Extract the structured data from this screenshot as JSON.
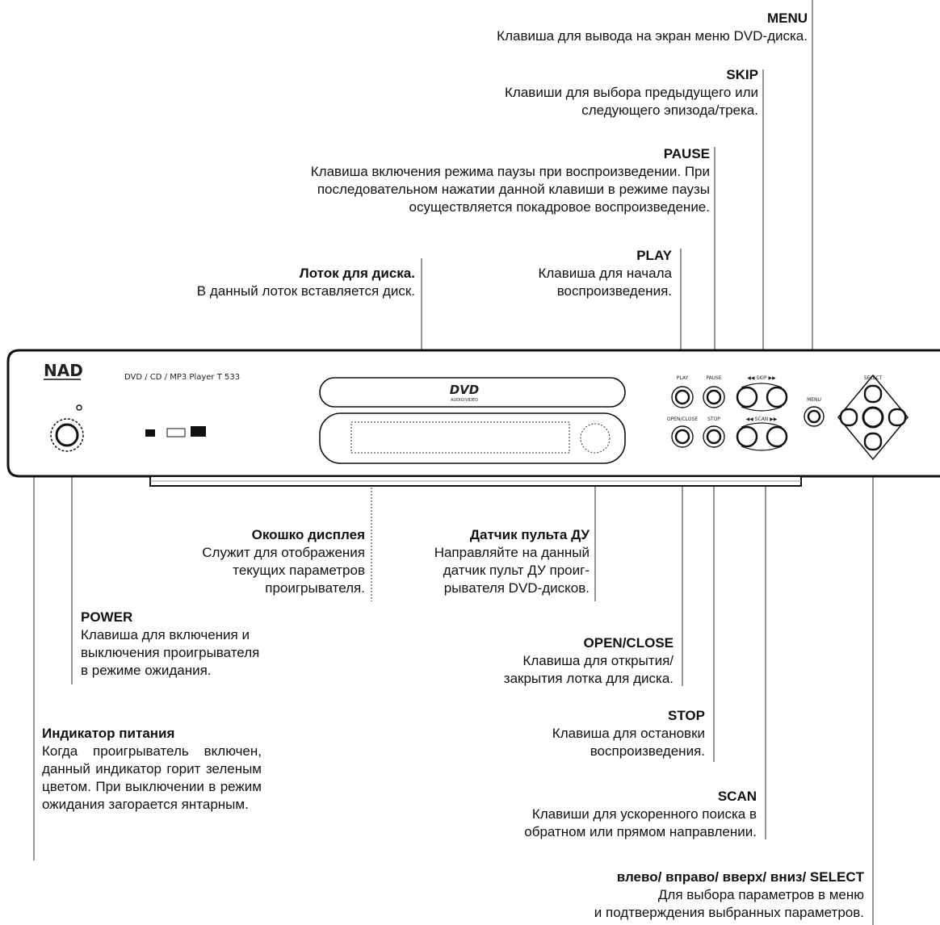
{
  "device": {
    "brand": "NAD",
    "model_label": "DVD / CD / MP3 Player T 533",
    "tray_logo_text": "DVD",
    "tray_logo_sub": "AUDIO/VIDEO",
    "btn_labels": {
      "play": "PLAY",
      "pause": "PAUSE",
      "skip": "◀◀ SKIP ▶▶",
      "menu": "MENU",
      "open_close": "OPEN/CLOSE",
      "stop": "STOP",
      "scan": "◀◀ SCAN ▶▶",
      "select": "SELECT"
    }
  },
  "annotations": {
    "menu": {
      "title": "MENU",
      "desc": "Клавиша для вывода на экран меню DVD-диска."
    },
    "skip": {
      "title": "SKIP",
      "desc": "Клавиши для выбора предыдущего или\nследующего эпизода/трека."
    },
    "pause": {
      "title": "PAUSE",
      "desc": "Клавиша включения режима паузы при воспроизведении. При\nпоследовательном нажатии данной клавиши в режиме паузы\nосуществляется покадровое воспроизведение."
    },
    "play": {
      "title": "PLAY",
      "desc": "Клавиша для начала\nвоспроизведения."
    },
    "tray": {
      "title": "Лоток для диска.",
      "desc": "В данный лоток вставляется диск."
    },
    "display": {
      "title": "Окошко дисплея",
      "desc": "Служит для отображения\nтекущих параметров\nпроигрывателя."
    },
    "sensor": {
      "title": "Датчик пульта ДУ",
      "desc": "Направляйте на данный\nдатчик пульт ДУ проиг-\nрывателя DVD-дисков."
    },
    "power": {
      "title": "POWER",
      "desc": "Клавиша для включения и\nвыключения проигрывателя\nв режиме ожидания."
    },
    "open_close": {
      "title": "OPEN/CLOSE",
      "desc": "Клавиша для открытия/\nзакрытия лотка для диска."
    },
    "stop": {
      "title": "STOP",
      "desc": "Клавиша для остановки\nвоспроизведения."
    },
    "indicator": {
      "title": "Индикатор питания",
      "desc": "Когда проигрыватель включен, данный индикатор горит зеленым цветом. При выключении в режим ожидания загорается янтарным."
    },
    "scan": {
      "title": "SCAN",
      "desc": "Клавиши для ускоренного поиска в\nобратном или прямом направлении."
    },
    "select": {
      "title": "влево/ вправо/ вверх/ вниз/ SELECT",
      "desc": "Для выбора параметров в меню\nи подтверждения выбранных параметров."
    }
  }
}
